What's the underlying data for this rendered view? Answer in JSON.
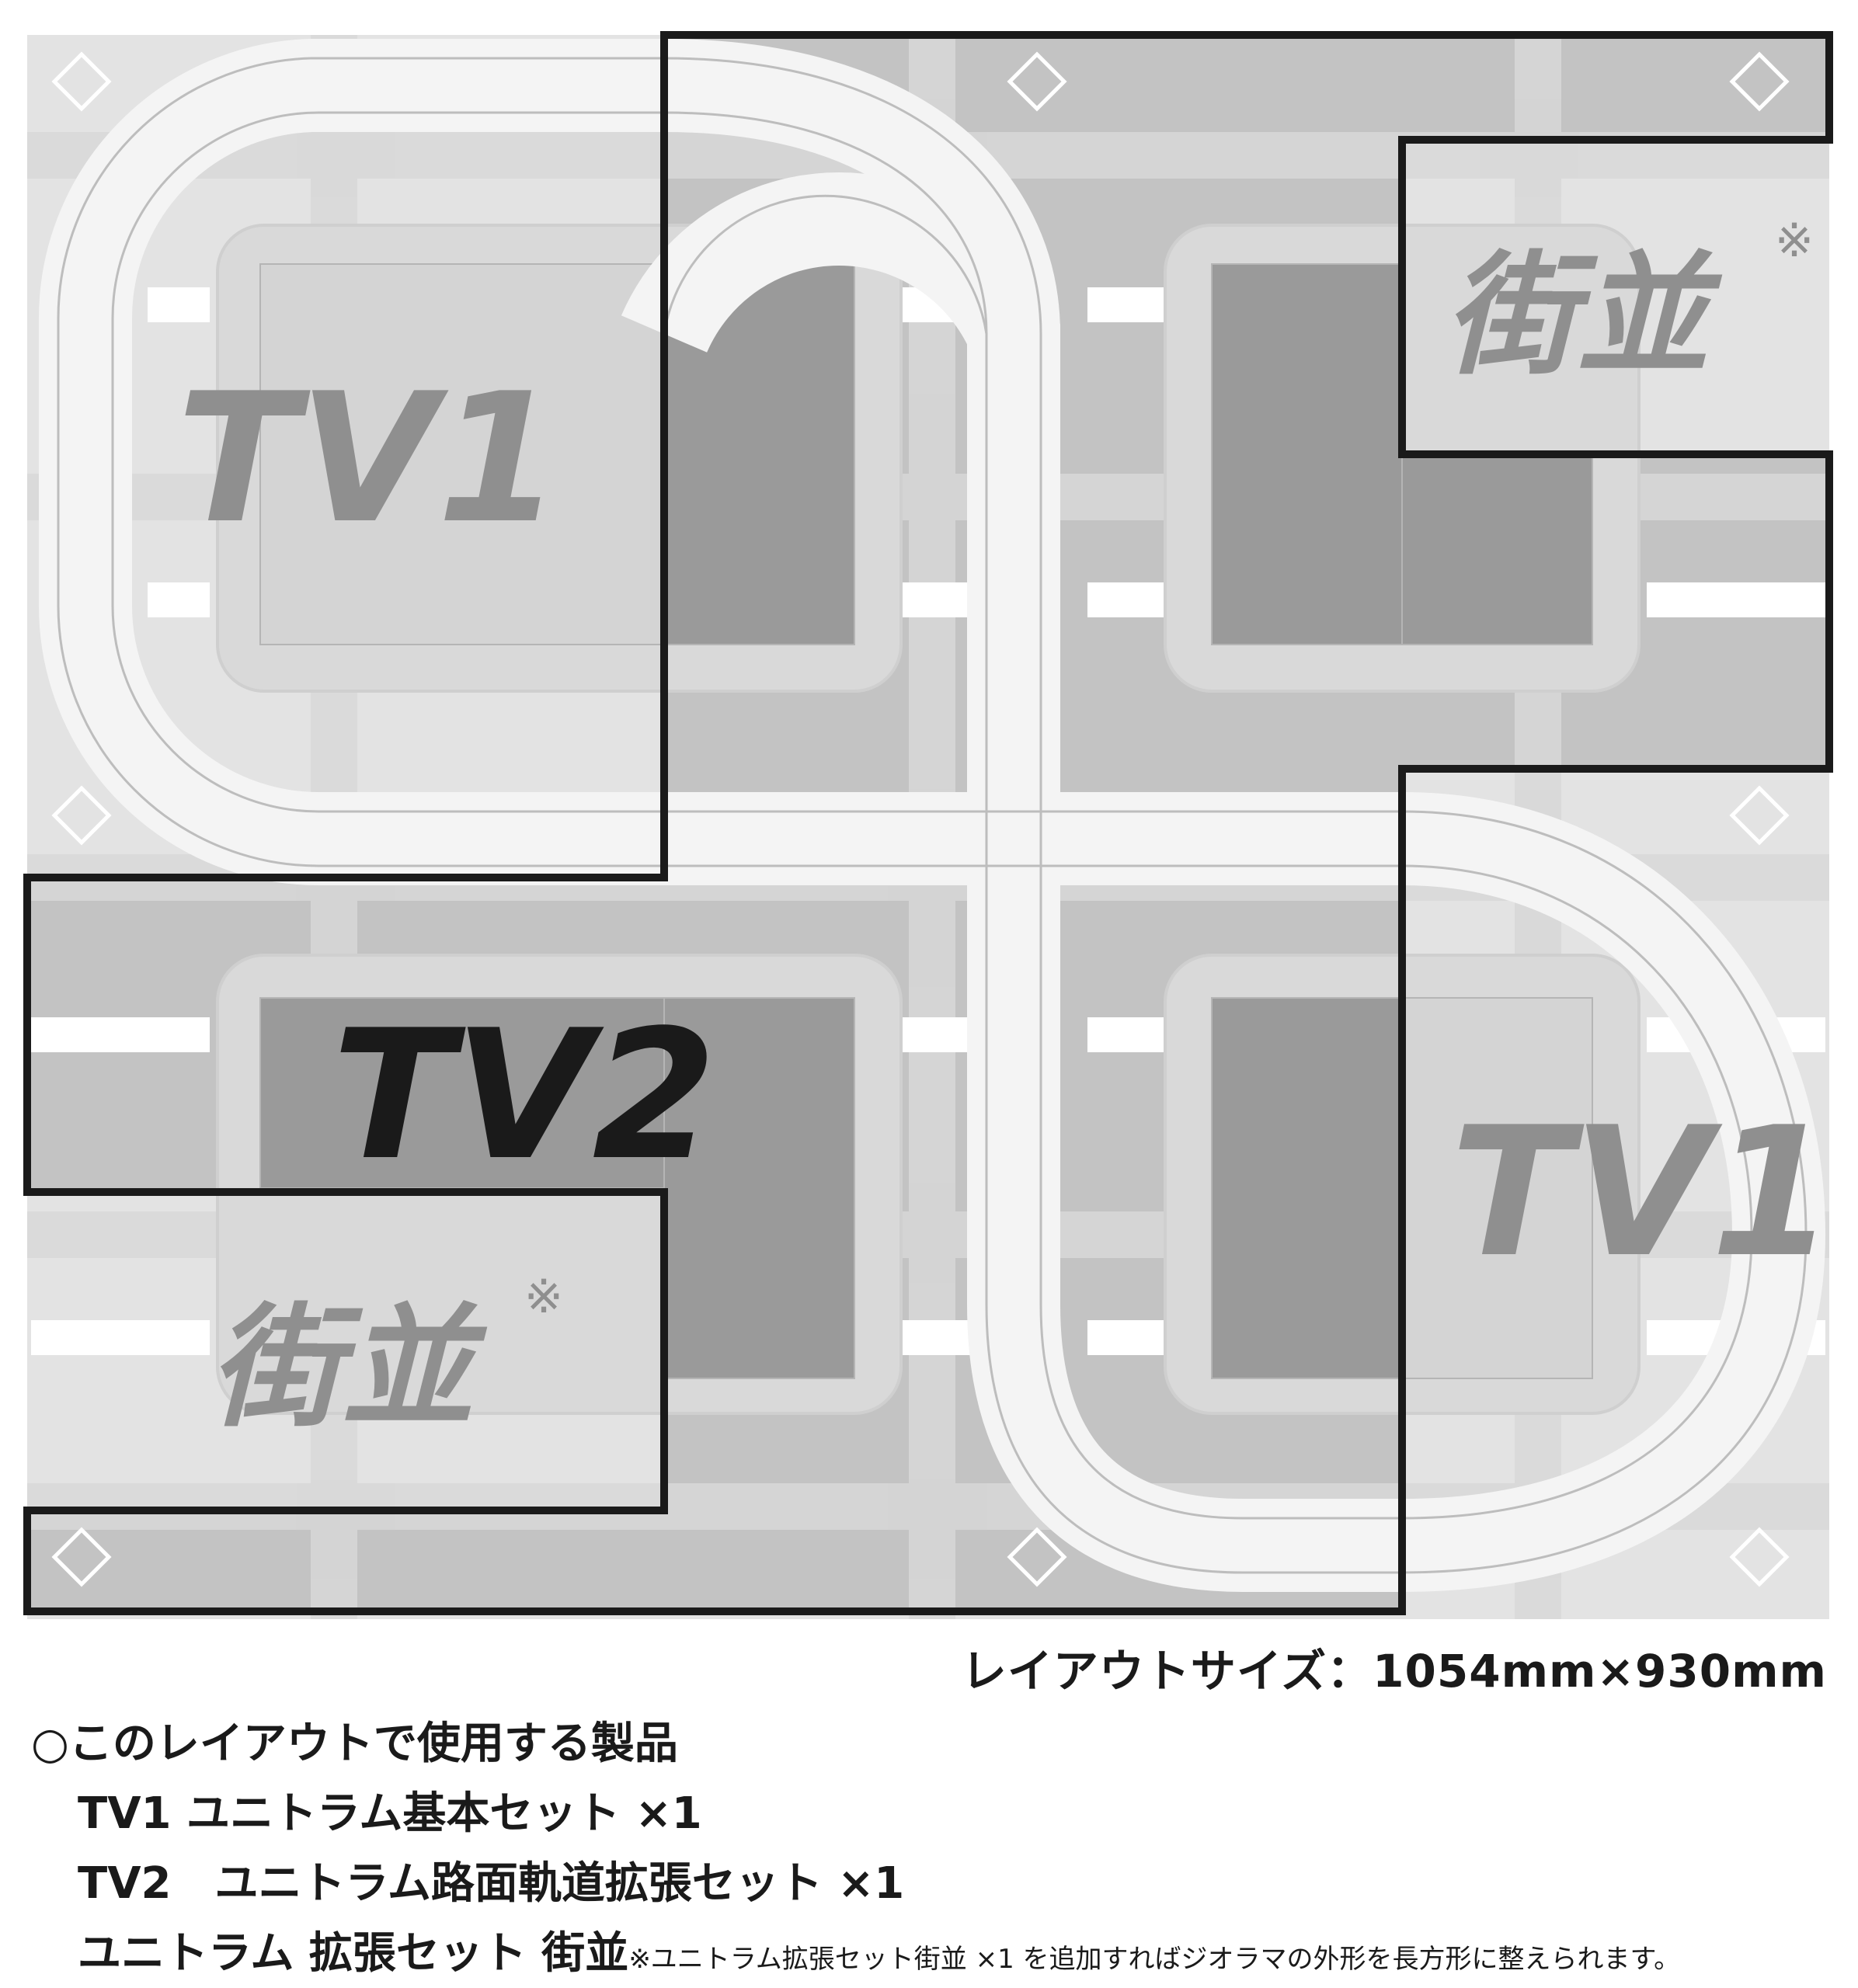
{
  "layout_labels": {
    "tv1_top_left": "TV1",
    "tv1_bottom_right": "TV1",
    "tv2": "TV2",
    "townscape_top_right": "街並",
    "townscape_bottom_left": "街並",
    "asterisk": "※"
  },
  "layout_size": "レイアウトサイズ：1054mm×930mm",
  "products": {
    "heading": "○このレイアウトで使用する製品",
    "items": [
      {
        "label": "TV1 ユニトラム基本セット ×1",
        "note": ""
      },
      {
        "label": "TV2　ユニトラム路面軌道拡張セット ×1",
        "note": ""
      },
      {
        "label": "ユニトラム 拡張セット 街並",
        "note": "※ユニトラム拡張セット街並 ×1 を追加すればジオラマの外形を長方形に整えられます。"
      }
    ]
  },
  "colors": {
    "light_tile": "#e3e3e3",
    "mid_tile": "#c4c4c4",
    "dark_block": "#9a9a9a",
    "outline": "#1a1a1a",
    "label_gray": "#8f8f8f",
    "label_black": "#1a1a1a"
  }
}
